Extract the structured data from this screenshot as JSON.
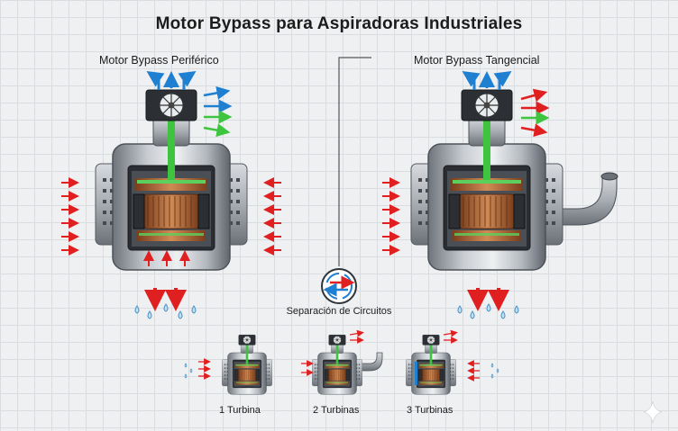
{
  "title": "Motor Bypass para Aspiradoras Industriales",
  "panels": {
    "left_label": "Motor Bypass Periférico",
    "right_label": "Motor Bypass Tangencial"
  },
  "center_label": "Separación de Circuitos",
  "variants": [
    {
      "label": "1 Turbina"
    },
    {
      "label": "2 Turbinas"
    },
    {
      "label": "3 Turbinas"
    }
  ],
  "colors": {
    "cooling_air": "#1f7fd1",
    "suction_air": "#e02020",
    "motor_shaft": "#3ec43e",
    "copper_winding": "#b86a3a",
    "housing": "#9aa0a7"
  },
  "icons": [
    "fan-icon",
    "circuit-separation-icon",
    "water-drop-icon",
    "sparkle-icon"
  ]
}
